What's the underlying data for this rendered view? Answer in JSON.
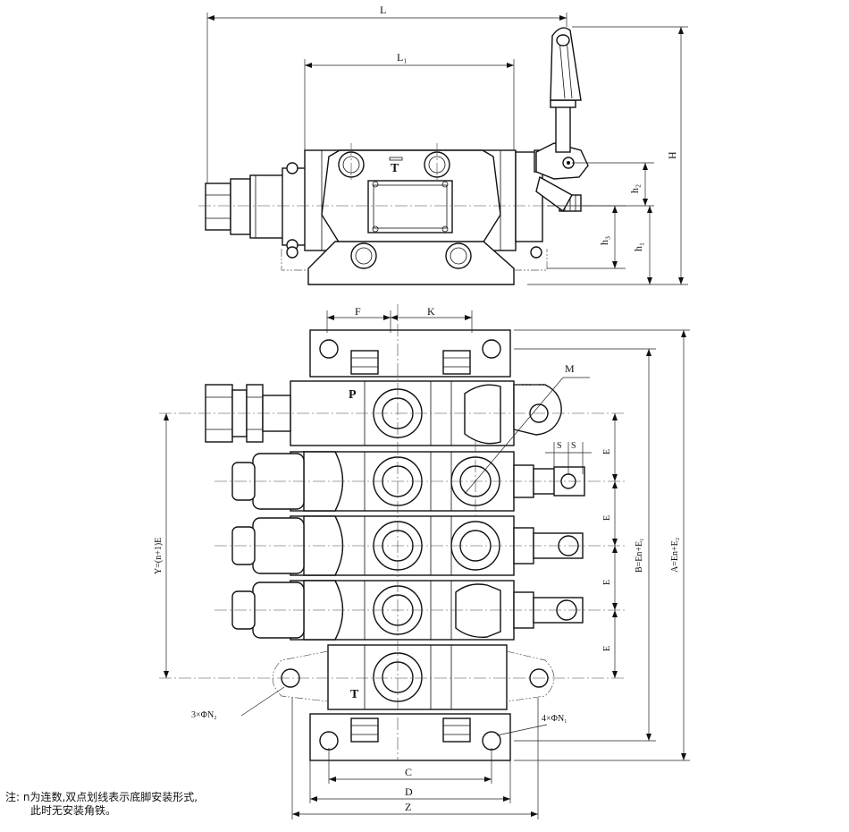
{
  "top_view": {
    "dims": {
      "L": "L",
      "L1": "L₁",
      "H": "H",
      "h1": "h₁",
      "h2": "h₂",
      "h3": "h₃"
    },
    "port_mark": "T"
  },
  "plan_view": {
    "dims": {
      "F": "F",
      "K": "K",
      "M": "M",
      "S1": "S",
      "S2": "S",
      "E1": "E",
      "E2": "E",
      "E3": "E",
      "E4": "E",
      "Y": "Y=(n+1)E",
      "B": "B=En+E₁",
      "A": "A=En+E₂",
      "C": "C",
      "D": "D",
      "Z": "Z",
      "holes_n2": "3×ΦN₂",
      "holes_n1": "4×ΦN₁"
    },
    "ports": {
      "P": "P",
      "T": "T"
    }
  },
  "note": {
    "line1": "注: n为连数,双点划线表示底脚安装形式,",
    "line2": "此时无安装角铁。"
  }
}
